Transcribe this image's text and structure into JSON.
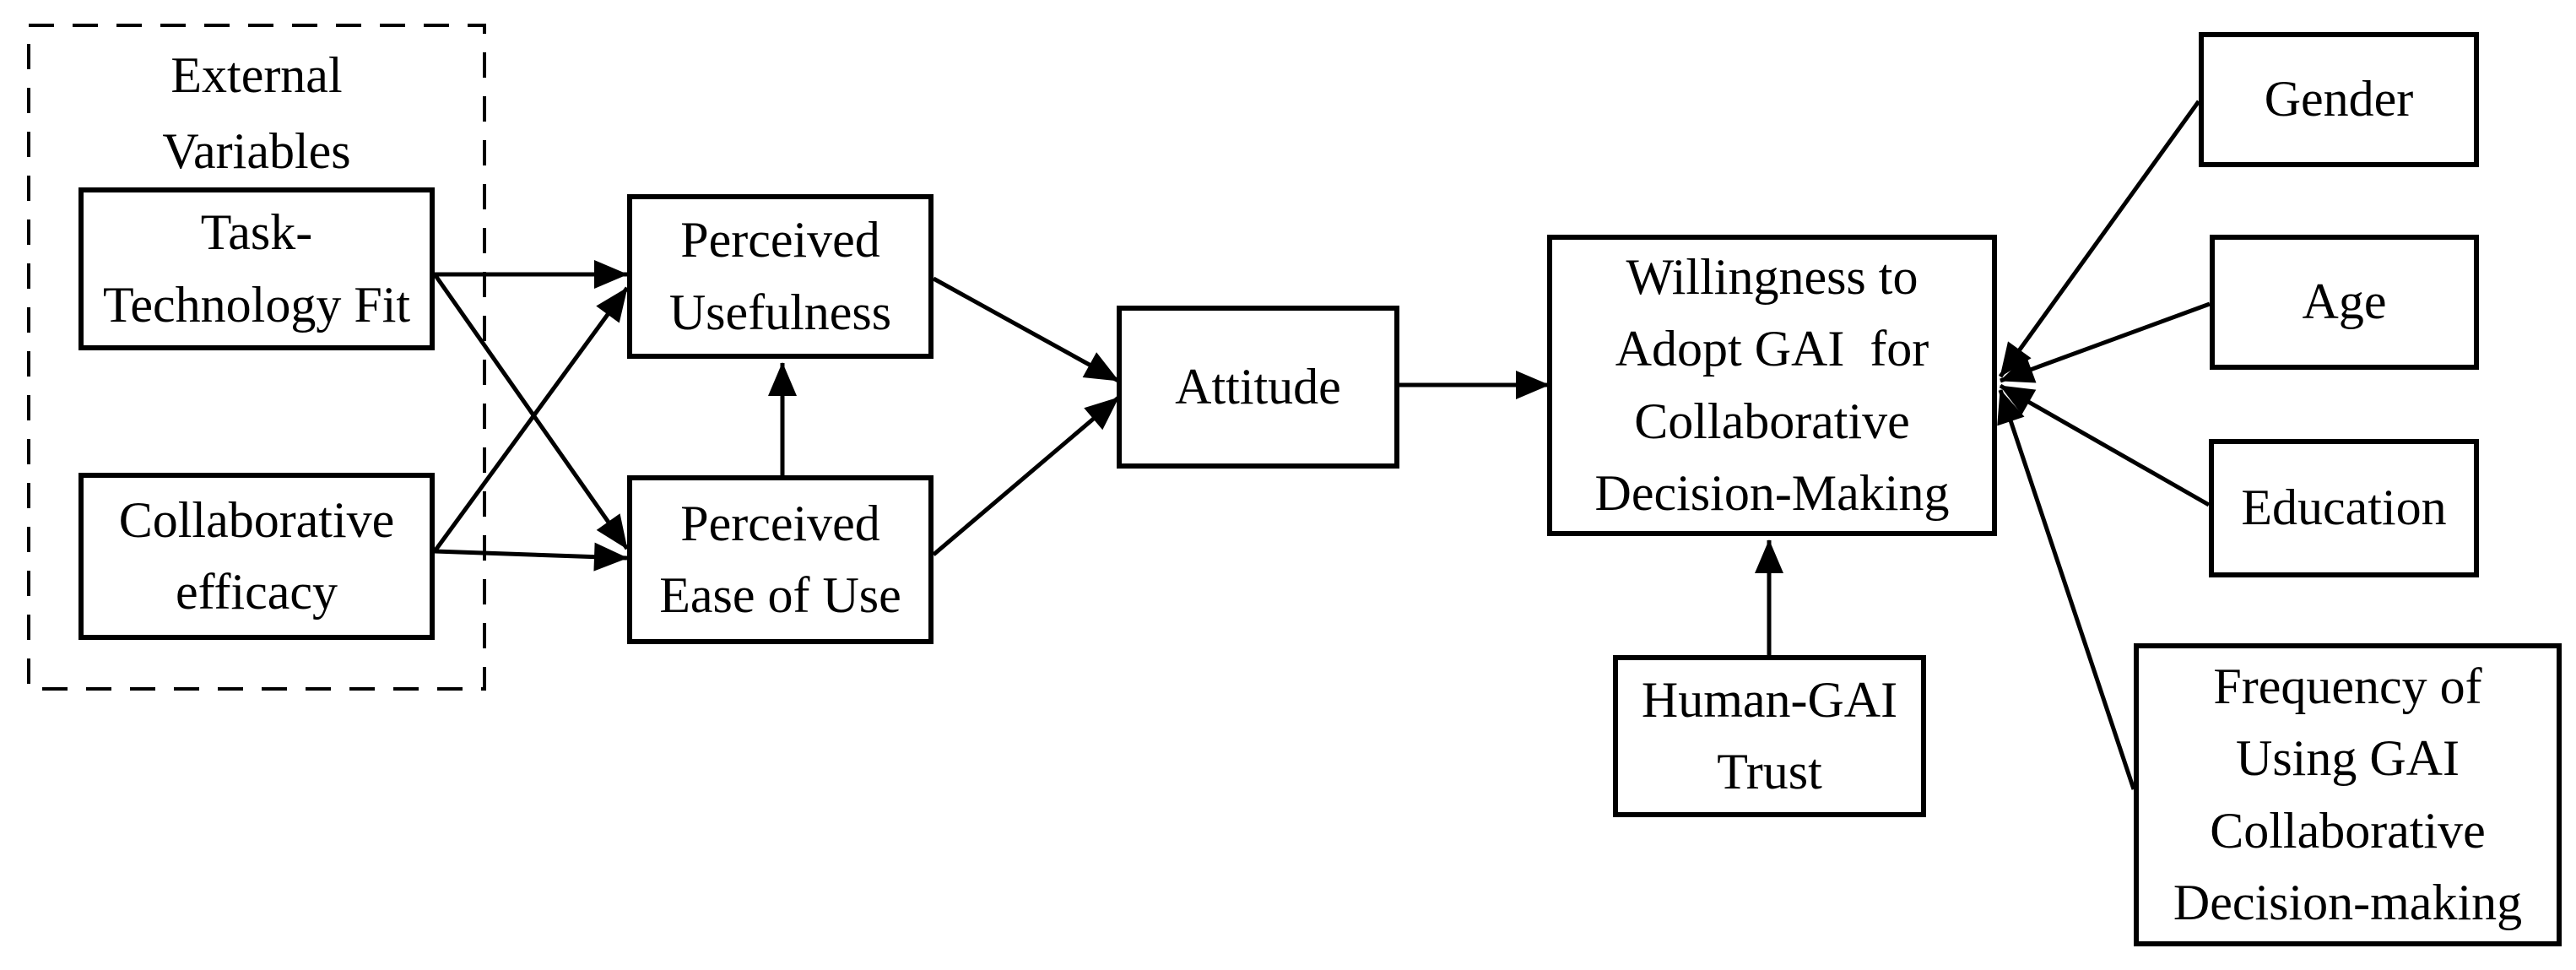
{
  "figure": {
    "type": "path-model-diagram",
    "colors": {
      "background": "#ffffff",
      "stroke": "#000000",
      "box_fill": "#ffffff",
      "text": "#000000"
    },
    "external_group": {
      "label_lines": [
        "External",
        "Variables"
      ]
    },
    "nodes": {
      "task_technology_fit": {
        "lines": [
          "Task-",
          "Technology Fit"
        ]
      },
      "collaborative_efficacy": {
        "lines": [
          "Collaborative",
          "efficacy"
        ]
      },
      "perceived_usefulness": {
        "lines": [
          "Perceived",
          "Usefulness"
        ]
      },
      "perceived_ease_of_use": {
        "lines": [
          "Perceived",
          "Ease of Use"
        ]
      },
      "attitude": {
        "lines": [
          "Attitude"
        ]
      },
      "willingness": {
        "lines": [
          "Willingness to",
          "Adopt GAI  for",
          "Collaborative",
          "Decision-Making"
        ]
      },
      "human_gai_trust": {
        "lines": [
          "Human-GAI",
          "Trust"
        ]
      },
      "gender": {
        "lines": [
          "Gender"
        ]
      },
      "age": {
        "lines": [
          "Age"
        ]
      },
      "education": {
        "lines": [
          "Education"
        ]
      },
      "frequency": {
        "lines": [
          "Frequency of",
          "Using GAI",
          "Collaborative",
          "Decision-making"
        ]
      }
    },
    "edges": [
      {
        "from": "Task-Technology Fit",
        "to": "Perceived Usefulness"
      },
      {
        "from": "Collaborative efficacy",
        "to": "Perceived Usefulness"
      },
      {
        "from": "Task-Technology Fit",
        "to": "Perceived Ease of Use"
      },
      {
        "from": "Collaborative efficacy",
        "to": "Perceived Ease of Use"
      },
      {
        "from": "Perceived Ease of Use",
        "to": "Perceived Usefulness"
      },
      {
        "from": "Perceived Usefulness",
        "to": "Attitude"
      },
      {
        "from": "Perceived Ease of Use",
        "to": "Attitude"
      },
      {
        "from": "Attitude",
        "to": "Willingness to Adopt GAI for Collaborative Decision-Making"
      },
      {
        "from": "Human-GAI Trust",
        "to": "Willingness to Adopt GAI for Collaborative Decision-Making"
      },
      {
        "from": "Gender",
        "to": "Willingness to Adopt GAI for Collaborative Decision-Making"
      },
      {
        "from": "Age",
        "to": "Willingness to Adopt GAI for Collaborative Decision-Making"
      },
      {
        "from": "Education",
        "to": "Willingness to Adopt GAI for Collaborative Decision-Making"
      },
      {
        "from": "Frequency of Using GAI Collaborative Decision-making",
        "to": "Willingness to Adopt GAI for Collaborative Decision-Making"
      }
    ]
  }
}
